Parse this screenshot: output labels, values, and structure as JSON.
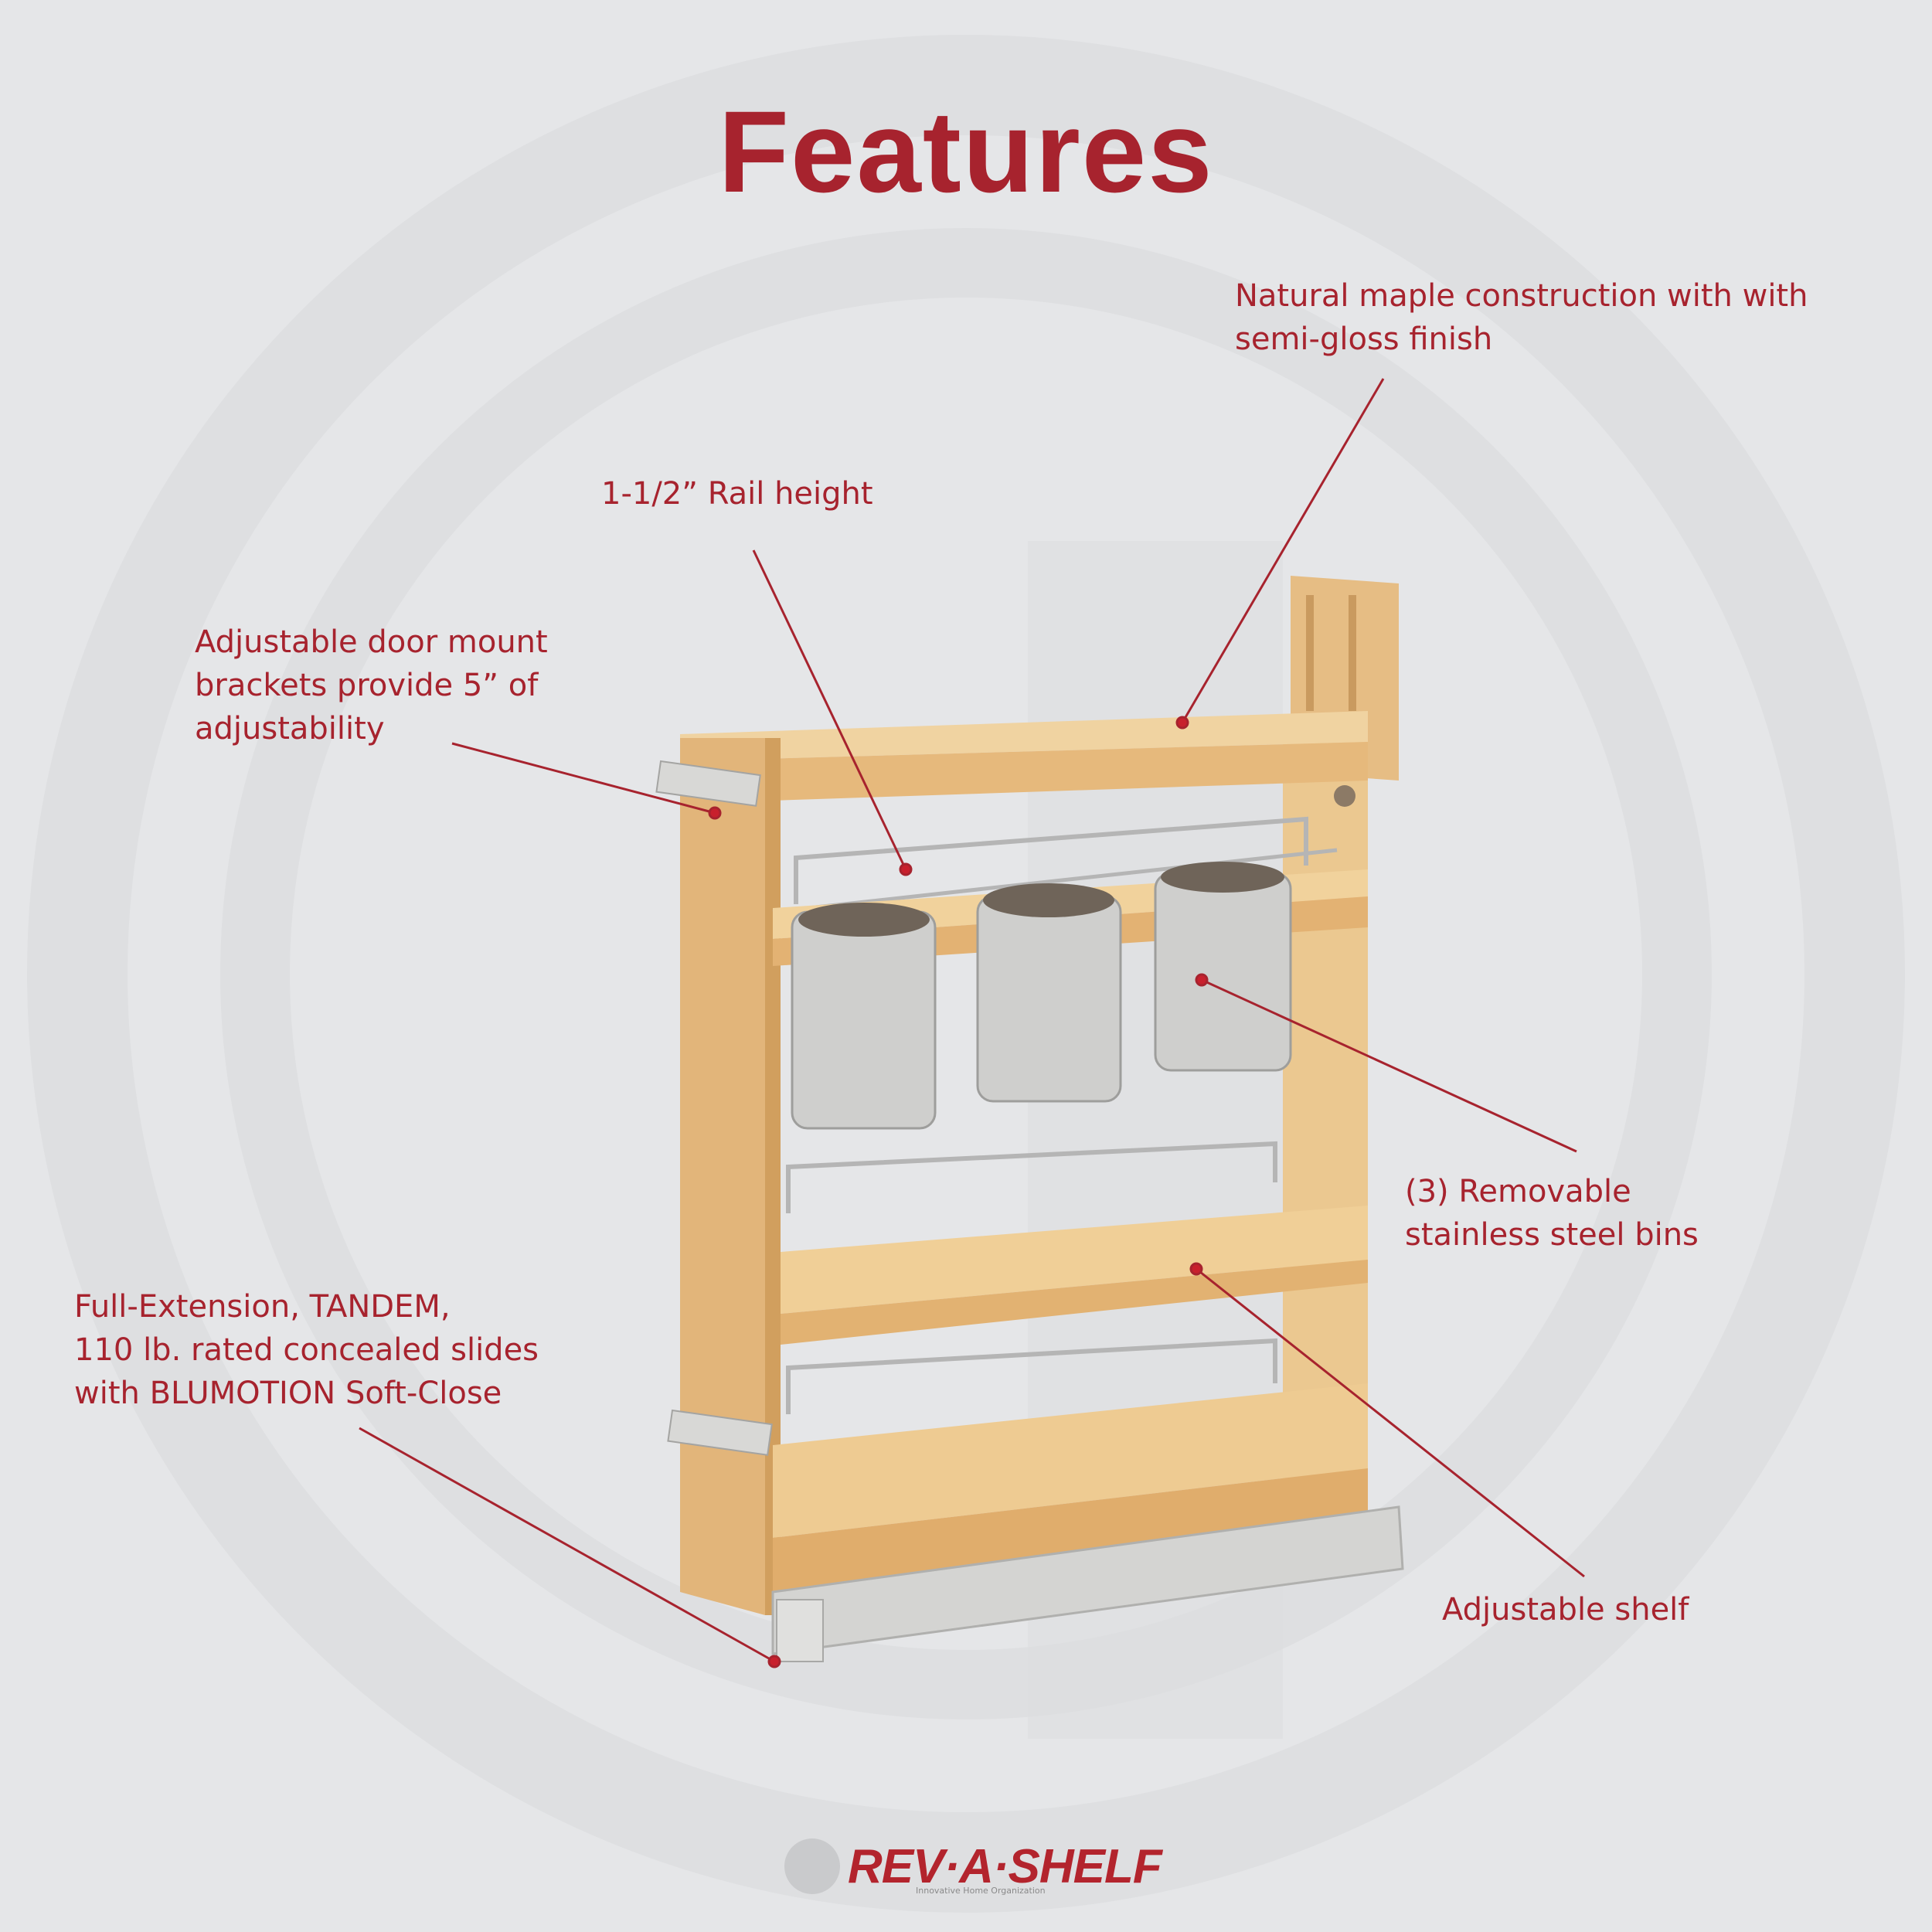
{
  "title": "Features",
  "colors": {
    "accent": "#a7232e",
    "background": "#e5e6e8",
    "watermark": "#dcdddf",
    "maple": "#e8bf86",
    "steel": "#c8c8c6"
  },
  "callouts": [
    {
      "id": "maple",
      "text": "Natural maple construction with with\nsemi-gloss finish"
    },
    {
      "id": "rail",
      "text": "1-1/2” Rail height"
    },
    {
      "id": "brackets",
      "text": "Adjustable door mount\nbrackets provide 5” of\nadjustability"
    },
    {
      "id": "bins",
      "text": "(3) Removable\nstainless steel bins"
    },
    {
      "id": "slides",
      "text": "Full-Extension, TANDEM,\n110 lb. rated concealed slides\nwith BLUMOTION Soft-Close"
    },
    {
      "id": "shelf",
      "text": "Adjustable shelf"
    }
  ],
  "logo": {
    "brand": "REV·A·SHELF",
    "tagline": "Innovative Home Organization"
  }
}
